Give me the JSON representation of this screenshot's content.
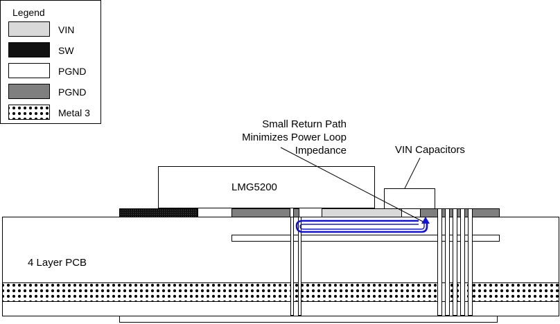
{
  "legend": {
    "title": "Legend",
    "items": [
      {
        "label": "VIN",
        "fill": "#d9d9d9"
      },
      {
        "label": "SW",
        "fill": "#111111"
      },
      {
        "label": "PGND",
        "fill": "#ffffff"
      },
      {
        "label": "PGND",
        "fill": "#7f7f7f"
      },
      {
        "label": "Metal 3",
        "fill": "dots"
      }
    ]
  },
  "labels": {
    "device": "LMG5200",
    "capacitors": "VIN Capacitors",
    "pcb": "4 Layer PCB",
    "return_path_line1": "Small Return Path",
    "return_path_line2": "Minimizes Power Loop",
    "return_path_line3": "Impedance"
  },
  "colors": {
    "vin": "#d9d9d9",
    "sw": "#111111",
    "pgnd_light": "#ffffff",
    "pgnd_dark": "#7f7f7f",
    "current_loop": "#1010e0",
    "outline": "#000000"
  }
}
